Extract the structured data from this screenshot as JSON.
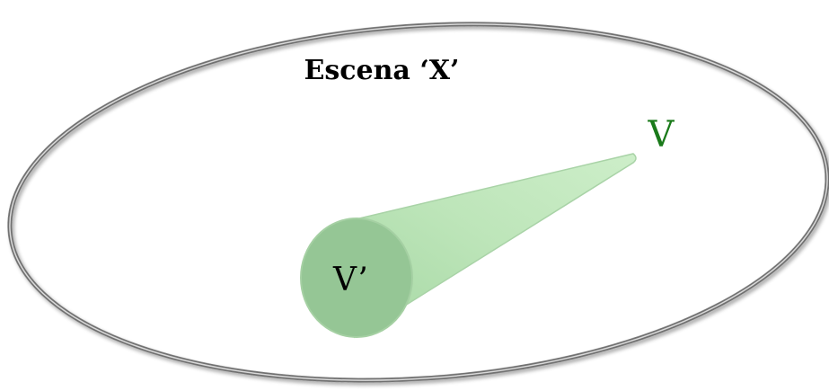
{
  "scene": {
    "title": "Escena ‘X’"
  },
  "cone": {
    "apex_label": "V",
    "base_label": "V’"
  },
  "colors": {
    "apex_label": "#1a7a1a",
    "ellipse_stroke": "#7a7a7a",
    "cone_body": "#b3dfb0",
    "cone_base": "#95c695",
    "cone_edge": "#a9d3a7"
  }
}
